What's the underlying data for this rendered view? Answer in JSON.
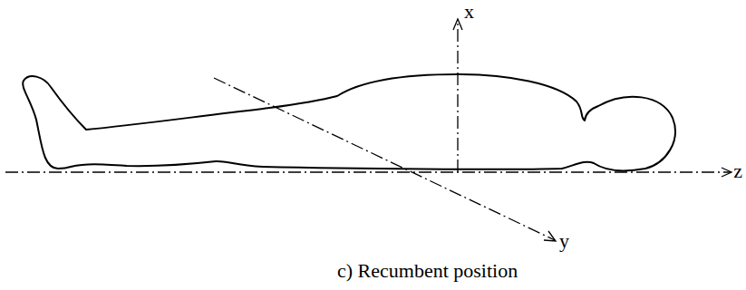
{
  "diagram": {
    "caption": "c) Recumbent position",
    "labels": [
      "x",
      "y",
      "z"
    ]
  }
}
